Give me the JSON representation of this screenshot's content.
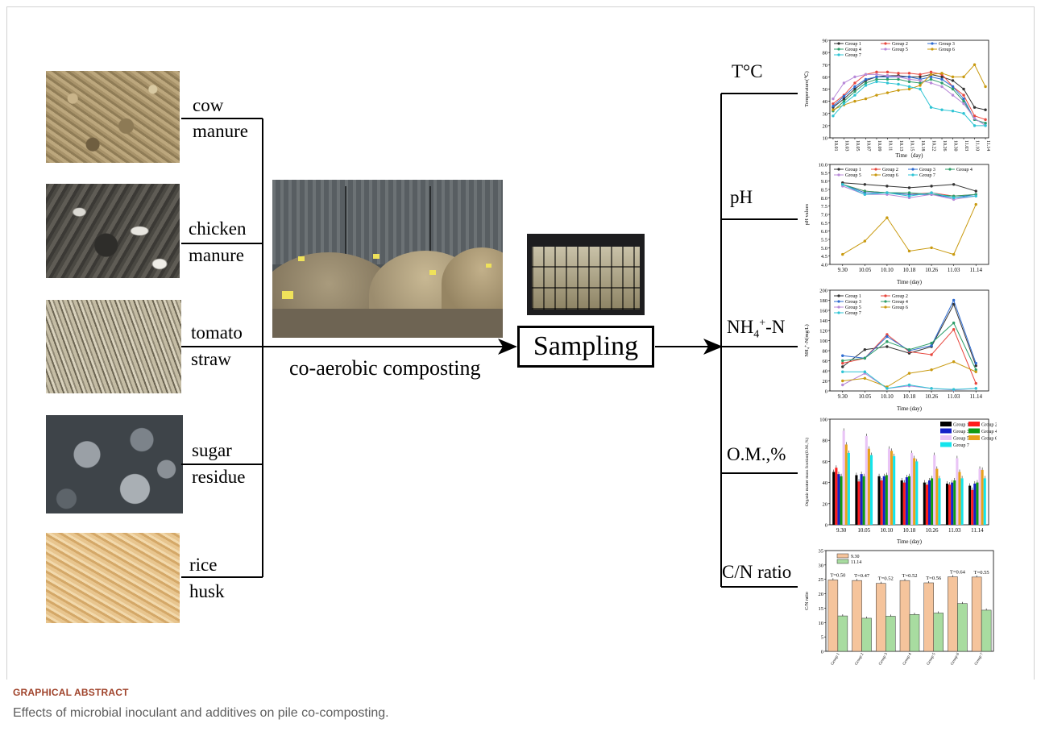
{
  "materials": [
    {
      "line1": "cow",
      "line2": "manure"
    },
    {
      "line1": "chicken",
      "line2": "manure"
    },
    {
      "line1": "tomato",
      "line2": "straw"
    },
    {
      "line1": "sugar",
      "line2": "residue"
    },
    {
      "line1": "rice",
      "line2": "husk"
    }
  ],
  "process_label": "co-aerobic composting",
  "sampling_label": "Sampling",
  "parameters": {
    "temp": "T°C",
    "ph": "pH",
    "nh4_main": "NH",
    "nh4_sub": "4",
    "nh4_sup": "+",
    "nh4_suffix": "-N",
    "om": "O.M.,%",
    "cn": "C/N ratio"
  },
  "caption": {
    "tag": "GRAPHICAL ABSTRACT",
    "text": "Effects of microbial inoculant and additives on pile co-composting."
  },
  "colors": {
    "group1": "#333333",
    "group2": "#e8473e",
    "group3": "#2d6bd1",
    "group4": "#2e9e6a",
    "group5": "#b889d8",
    "group6": "#c99a10",
    "group7": "#2ec4d4",
    "bar_g1": "#000000",
    "bar_g2": "#ff1c1c",
    "bar_g3": "#1521c8",
    "bar_g4": "#129a12",
    "bar_g5": "#e9c4f6",
    "bar_g6": "#e8a21c",
    "bar_g7": "#13e4ec",
    "cn_930": "#f5c49c",
    "cn_1114": "#a8dca0"
  },
  "chart_data": [
    {
      "type": "line",
      "ylabel": "Temperature(℃)",
      "xlabel": "Time（day)",
      "ylim": [
        10,
        90
      ],
      "yticks": [
        10,
        20,
        30,
        40,
        50,
        60,
        70,
        80,
        90
      ],
      "x": [
        "10.01",
        "10.03",
        "10.05",
        "10.07",
        "10.09",
        "10.11",
        "10.13",
        "10.15",
        "10.18",
        "10.22",
        "10.26",
        "10.30",
        "11.03",
        "11.10",
        "11.14"
      ],
      "legend": [
        "Group 1",
        "Group 2",
        "Group 3",
        "Group 4",
        "Group 5",
        "Group 6",
        "Group 7"
      ],
      "series": [
        {
          "name": "Group 1",
          "values": [
            35,
            42,
            50,
            57,
            60,
            61,
            61,
            60,
            60,
            62,
            60,
            57,
            50,
            35,
            33
          ]
        },
        {
          "name": "Group 2",
          "values": [
            38,
            45,
            55,
            62,
            64,
            64,
            63,
            63,
            62,
            64,
            62,
            52,
            45,
            28,
            25
          ]
        },
        {
          "name": "Group 3",
          "values": [
            36,
            44,
            52,
            58,
            60,
            60,
            60,
            60,
            58,
            60,
            58,
            52,
            42,
            25,
            22
          ]
        },
        {
          "name": "Group 4",
          "values": [
            32,
            40,
            48,
            55,
            58,
            58,
            58,
            56,
            55,
            58,
            55,
            50,
            40,
            25,
            22
          ]
        },
        {
          "name": "Group 5",
          "values": [
            42,
            55,
            60,
            62,
            62,
            61,
            60,
            58,
            57,
            55,
            52,
            45,
            38,
            26,
            20
          ]
        },
        {
          "name": "Group 6",
          "values": [
            33,
            37,
            40,
            42,
            45,
            47,
            49,
            50,
            53,
            62,
            63,
            60,
            60,
            70,
            52
          ]
        },
        {
          "name": "Group 7",
          "values": [
            28,
            38,
            45,
            53,
            56,
            55,
            54,
            52,
            50,
            35,
            33,
            32,
            30,
            20,
            20
          ]
        }
      ]
    },
    {
      "type": "line",
      "ylabel": "pH values",
      "xlabel": "Time (day)",
      "ylim": [
        4.0,
        10.0
      ],
      "yticks": [
        "4.0",
        "4.5",
        "5.0",
        "5.5",
        "6.0",
        "6.5",
        "7.0",
        "7.5",
        "8.0",
        "8.5",
        "9.0",
        "9.5",
        "10.0"
      ],
      "x": [
        "9.30",
        "10.05",
        "10.10",
        "10.18",
        "10.26",
        "11.03",
        "11.14"
      ],
      "legend": [
        "Group 1",
        "Group 2",
        "Group 3",
        "Group 4",
        "Group 5",
        "Group 6",
        "Group 7"
      ],
      "series": [
        {
          "name": "Group 1",
          "values": [
            8.9,
            8.8,
            8.7,
            8.6,
            8.7,
            8.8,
            8.4
          ]
        },
        {
          "name": "Group 2",
          "values": [
            8.8,
            8.4,
            8.3,
            8.2,
            8.3,
            8.1,
            8.2
          ]
        },
        {
          "name": "Group 3",
          "values": [
            8.8,
            8.3,
            8.3,
            8.2,
            8.2,
            8.0,
            8.2
          ]
        },
        {
          "name": "Group 4",
          "values": [
            8.8,
            8.4,
            8.3,
            8.3,
            8.2,
            8.1,
            8.2
          ]
        },
        {
          "name": "Group 5",
          "values": [
            8.7,
            8.2,
            8.2,
            8.0,
            8.2,
            7.9,
            8.1
          ]
        },
        {
          "name": "Group 6",
          "values": [
            4.6,
            5.4,
            6.8,
            4.8,
            5.0,
            4.6,
            7.6
          ]
        },
        {
          "name": "Group 7",
          "values": [
            8.8,
            8.2,
            8.3,
            8.1,
            8.3,
            8.0,
            8.1
          ]
        }
      ]
    },
    {
      "type": "line",
      "ylabel": "NH₄⁺-N(mg/L)",
      "xlabel": "Time (day)",
      "ylim": [
        0,
        200
      ],
      "yticks": [
        0,
        20,
        40,
        60,
        80,
        100,
        120,
        140,
        160,
        180,
        200
      ],
      "x": [
        "9.30",
        "10.05",
        "10.10",
        "10.18",
        "10.26",
        "11.03",
        "11.14"
      ],
      "legend": [
        "Group 1",
        "Group 2",
        "Group 3",
        "Group 4",
        "Group 5",
        "Group 6",
        "Group 7"
      ],
      "series": [
        {
          "name": "Group 1",
          "values": [
            48,
            82,
            88,
            75,
            88,
            172,
            50
          ]
        },
        {
          "name": "Group 2",
          "values": [
            55,
            65,
            112,
            78,
            72,
            122,
            15
          ]
        },
        {
          "name": "Group 3",
          "values": [
            70,
            65,
            108,
            80,
            90,
            180,
            55
          ]
        },
        {
          "name": "Group 4",
          "values": [
            60,
            65,
            98,
            82,
            95,
            135,
            42
          ]
        },
        {
          "name": "Group 5",
          "values": [
            12,
            35,
            5,
            10,
            5,
            2,
            5
          ]
        },
        {
          "name": "Group 6",
          "values": [
            20,
            25,
            8,
            35,
            42,
            58,
            38
          ]
        },
        {
          "name": "Group 7",
          "values": [
            38,
            38,
            5,
            12,
            5,
            3,
            5
          ]
        }
      ]
    },
    {
      "type": "bar",
      "ylabel": "Organic matter mass fraction(O.M.,%)",
      "xlabel": "Time (day)",
      "ylim": [
        0,
        100
      ],
      "yticks": [
        0,
        20,
        40,
        60,
        80,
        100
      ],
      "categories": [
        "9.30",
        "10.05",
        "10.10",
        "10.18",
        "10.26",
        "11.03",
        "11.14"
      ],
      "series": [
        {
          "name": "Group 1",
          "values": [
            50,
            47,
            46,
            42,
            40,
            39,
            37
          ]
        },
        {
          "name": "Group 2",
          "values": [
            54,
            41,
            42,
            40,
            38,
            38,
            33
          ]
        },
        {
          "name": "Group 3",
          "values": [
            48,
            48,
            46,
            45,
            42,
            40,
            39
          ]
        },
        {
          "name": "Group 4",
          "values": [
            46,
            46,
            47,
            46,
            44,
            42,
            40
          ]
        },
        {
          "name": "Group 5",
          "values": [
            89,
            84,
            72,
            68,
            66,
            63,
            53
          ]
        },
        {
          "name": "Group 6",
          "values": [
            76,
            72,
            70,
            63,
            53,
            50,
            52
          ]
        },
        {
          "name": "Group 7",
          "values": [
            68,
            66,
            65,
            60,
            44,
            44,
            44
          ]
        }
      ]
    },
    {
      "type": "bar",
      "ylabel": "C/N ratio",
      "ylim": [
        0,
        35
      ],
      "yticks": [
        0,
        5,
        10,
        15,
        20,
        25,
        30,
        35
      ],
      "categories": [
        "Group 1",
        "Group 2",
        "Group 3",
        "Group 4",
        "Group 5",
        "Group 6",
        "Group 7"
      ],
      "series": [
        {
          "name": "9.30",
          "values": [
            24.8,
            24.6,
            23.6,
            24.6,
            23.8,
            25.9,
            25.8
          ]
        },
        {
          "name": "11.14",
          "values": [
            12.3,
            11.5,
            12.2,
            12.8,
            13.3,
            16.6,
            14.3
          ]
        }
      ],
      "annotations": [
        "T=0.50",
        "T=0.47",
        "T=0.52",
        "T=0.52",
        "T=0.56",
        "T=0.64",
        "T=0.55"
      ]
    }
  ]
}
